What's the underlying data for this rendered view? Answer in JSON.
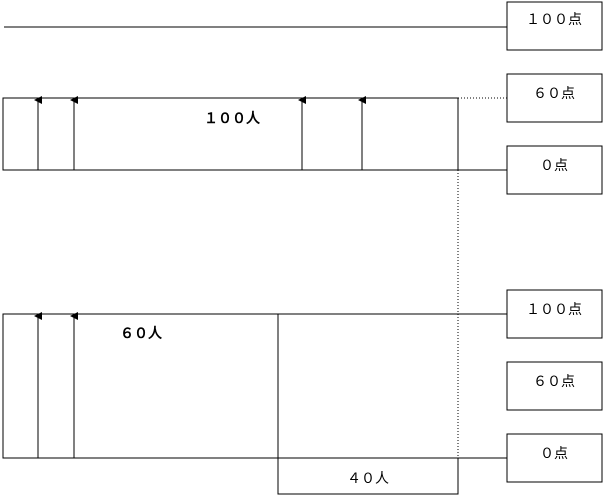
{
  "labels": {
    "top_100": "１００点",
    "top_60": "６０点",
    "top_0": "０点",
    "bottom_100": "１００点",
    "bottom_60": "６０点",
    "bottom_0": "０点",
    "group_upper": "１００人",
    "group_lower": "６０人",
    "group_remainder": "４０人"
  }
}
